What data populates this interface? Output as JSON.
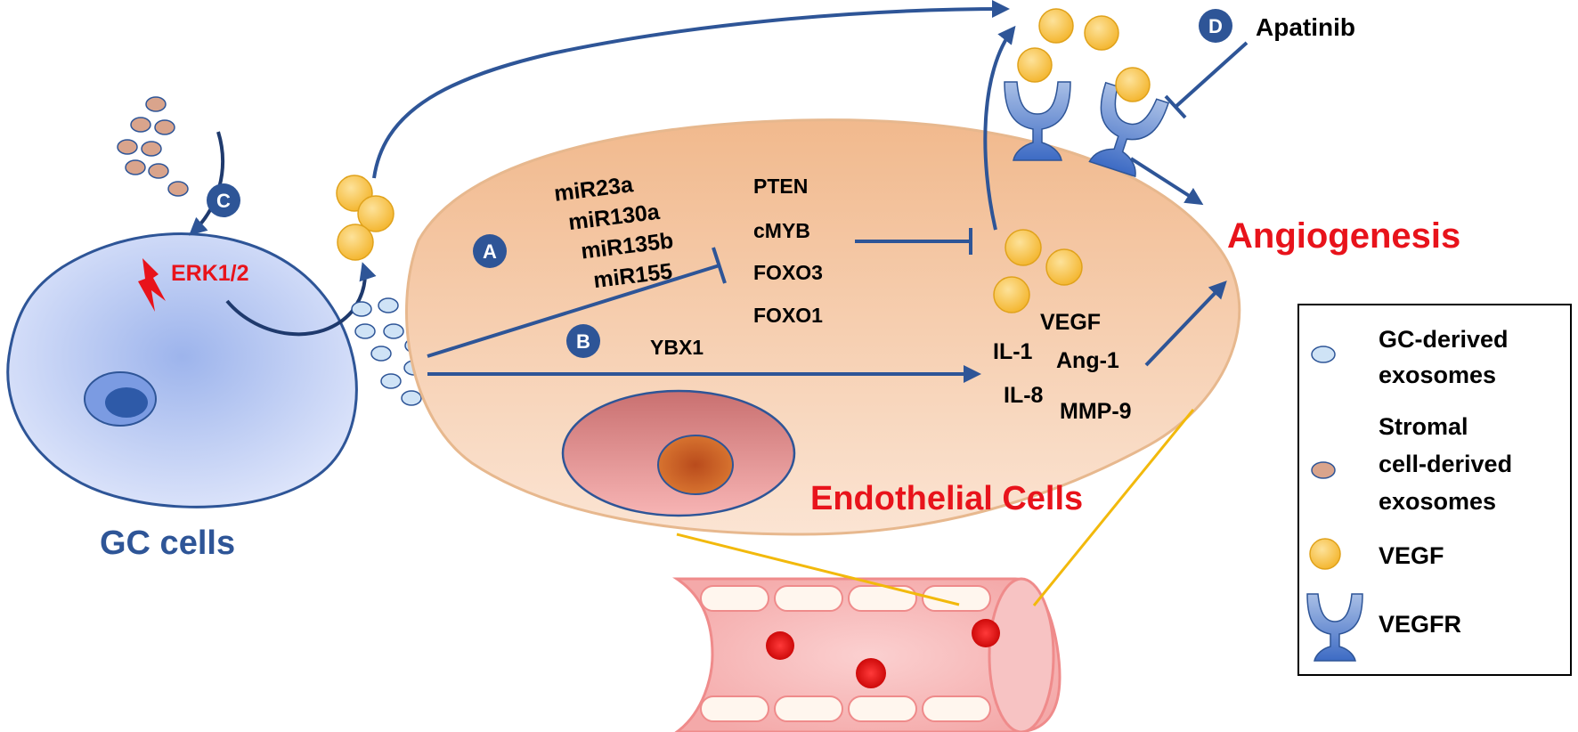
{
  "colors": {
    "arrow": "#2e5597",
    "red_label": "#e8131b",
    "gc_blue": "#2e5597",
    "vegf_fill": "#f6c342",
    "exo_blue": "#cfe3f6",
    "stromal": "#d9a48c",
    "vessel": "#f3a6a6",
    "yellow_line": "#f2b90c"
  },
  "labels": {
    "gc_cells": "GC cells",
    "erk": "ERK1/2",
    "endothelial": "Endothelial Cells",
    "angiogenesis": "Angiogenesis",
    "apatinib": "Apatinib",
    "ybx1": "YBX1",
    "mirnas": [
      "miR23a",
      "miR130a",
      "miR135b",
      "miR155"
    ],
    "targets": [
      "PTEN",
      "cMYB",
      "FOXO3",
      "FOXO1"
    ],
    "factors": {
      "vegf": "VEGF",
      "il1": "IL-1",
      "ang1": "Ang-1",
      "il8": "IL-8",
      "mmp9": "MMP-9"
    }
  },
  "markers": {
    "a": "A",
    "b": "B",
    "c": "C",
    "d": "D"
  },
  "legend": [
    {
      "icon": "gc-exosome",
      "text_lines": [
        "GC-derived",
        "exosomes"
      ]
    },
    {
      "icon": "stromal-exosome",
      "text_lines": [
        "Stromal",
        "cell-derived",
        "exosomes"
      ]
    },
    {
      "icon": "vegf",
      "text_lines": [
        "VEGF"
      ]
    },
    {
      "icon": "vegfr",
      "text_lines": [
        "VEGFR"
      ]
    }
  ]
}
